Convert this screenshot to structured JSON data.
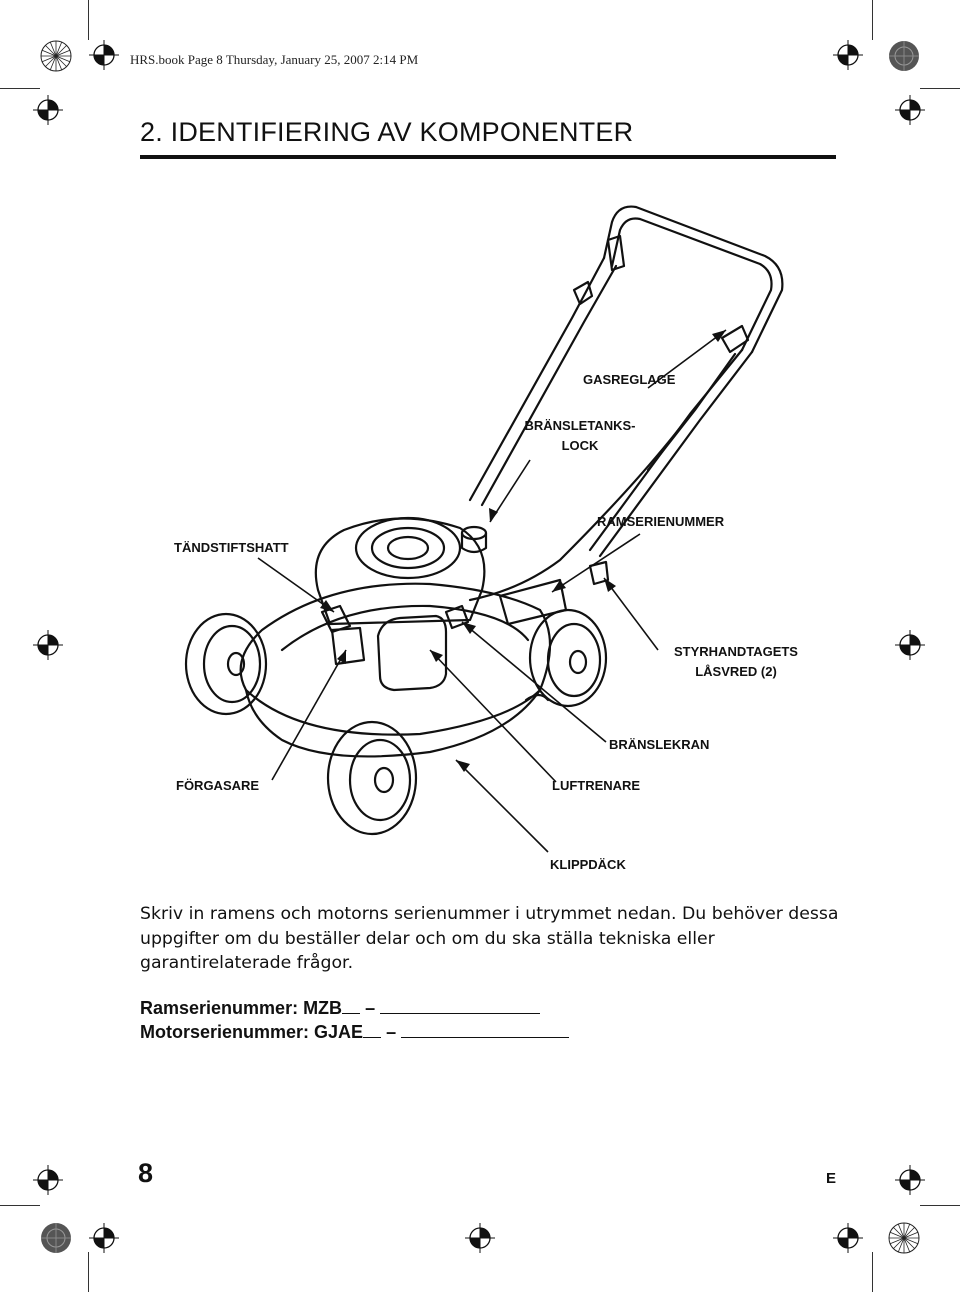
{
  "header": {
    "running_head": "HRS.book  Page 8  Thursday, January 25, 2007  2:14 PM"
  },
  "section": {
    "title": "2. IDENTIFIERING AV KOMPONENTER"
  },
  "diagram": {
    "labels": {
      "gasreglage": "GASREGLAGE",
      "bransletanks_1": "BRÄNSLETANKS-",
      "bransletanks_2": "LOCK",
      "tandstiftshatt": "TÄNDSTIFTSHATT",
      "ramserienummer": "RAMSERIENUMMER",
      "styrhandtagets_1": "STYRHANDTAGETS",
      "styrhandtagets_2": "LÅSVRED (2)",
      "branslekran": "BRÄNSLEKRAN",
      "forgasare": "FÖRGASARE",
      "luftrenare": "LUFTRENARE",
      "klippdack": "KLIPPDÄCK"
    }
  },
  "body": {
    "paragraph": "Skriv in ramens och motorns serienummer i utrymmet nedan. Du behöver dessa uppgifter om du beställer delar och om du ska ställa tekniska eller garantirelaterade frågor.",
    "frame_serial_label": "Ramserienummer: MZB",
    "engine_serial_label": "Motorserienummer: GJAE"
  },
  "footer": {
    "page_number": "8",
    "language_code": "E"
  }
}
